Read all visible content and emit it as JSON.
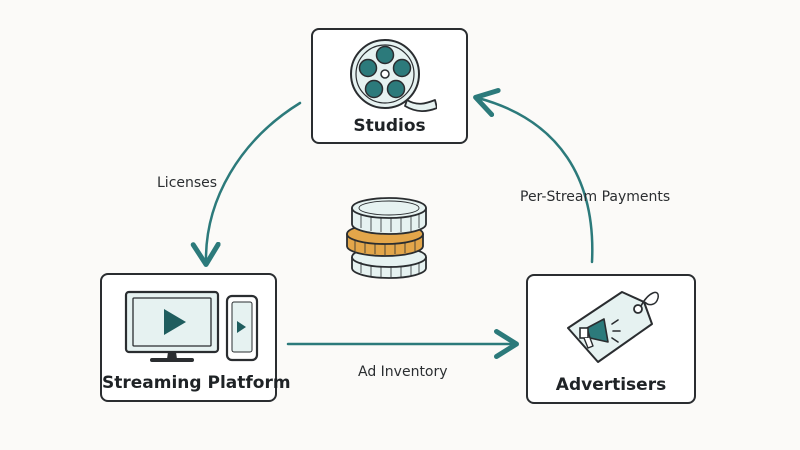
{
  "nodes": {
    "studios": {
      "label": "Studios",
      "icon": "film-reel-icon"
    },
    "platform": {
      "label": "Streaming Platform",
      "icon": "monitor-play-icon"
    },
    "advertisers": {
      "label": "Advertisers",
      "icon": "megaphone-tag-icon"
    }
  },
  "edges": {
    "licenses": {
      "label": "Licenses",
      "from": "Studios",
      "to": "Streaming Platform"
    },
    "ad_inventory": {
      "label": "Ad Inventory",
      "from": "Streaming Platform",
      "to": "Advertisers"
    },
    "payments": {
      "label": "Per-Stream Payments",
      "from": "Advertisers",
      "to": "Studios"
    }
  },
  "center_icon": "coin-stack-icon",
  "colors": {
    "accent": "#2c7a7b",
    "accent_light": "#e6f2f1",
    "gold": "#e3a64a",
    "outline": "#2a2d30"
  }
}
